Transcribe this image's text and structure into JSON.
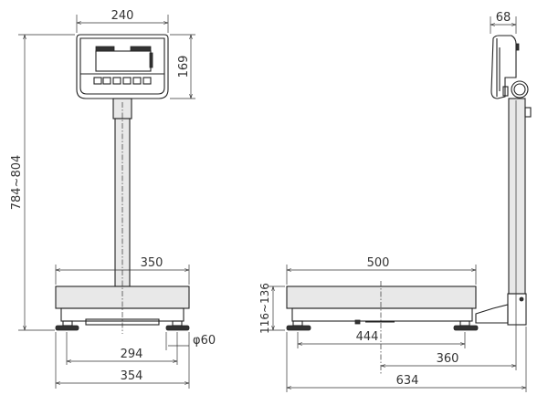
{
  "drawing": {
    "front_view": {
      "head_width": "240",
      "head_height": "169",
      "total_height": "784~804",
      "platform_width": "350",
      "foot_diameter": "φ60",
      "foot_spacing": "294",
      "overall_width": "354"
    },
    "side_view": {
      "head_depth": "68",
      "platform_depth": "500",
      "platform_height": "116~136",
      "foot_spacing": "444",
      "center_to_pole": "360",
      "overall_depth": "634"
    }
  }
}
